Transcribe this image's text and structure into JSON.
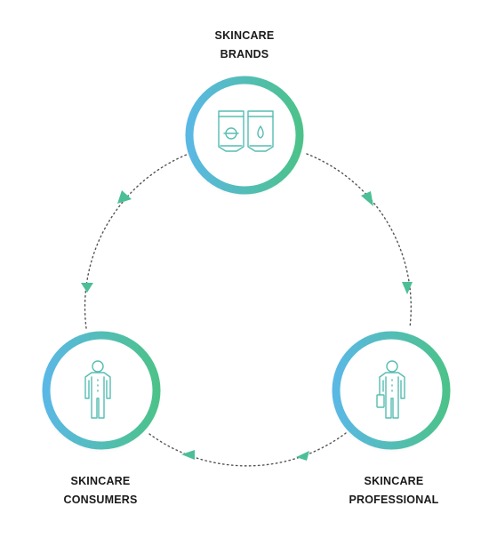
{
  "nodes": [
    {
      "id": "brands",
      "line1": "SKINCARE",
      "line2": "BRANDS",
      "icon": "skincare-tubes-icon"
    },
    {
      "id": "consumers",
      "line1": "SKINCARE",
      "line2": "CONSUMERS",
      "icon": "person-icon"
    },
    {
      "id": "professional",
      "line1": "SKINCARE",
      "line2": "PROFESSIONAL",
      "icon": "professional-with-bag-icon"
    }
  ],
  "colors": {
    "gradient_start": "#5ab8e4",
    "gradient_end": "#4cc28a",
    "icon_stroke": "#56bdb2",
    "arrow": "#4cbf96",
    "dots": "#555555",
    "label": "#1a1a1a"
  }
}
